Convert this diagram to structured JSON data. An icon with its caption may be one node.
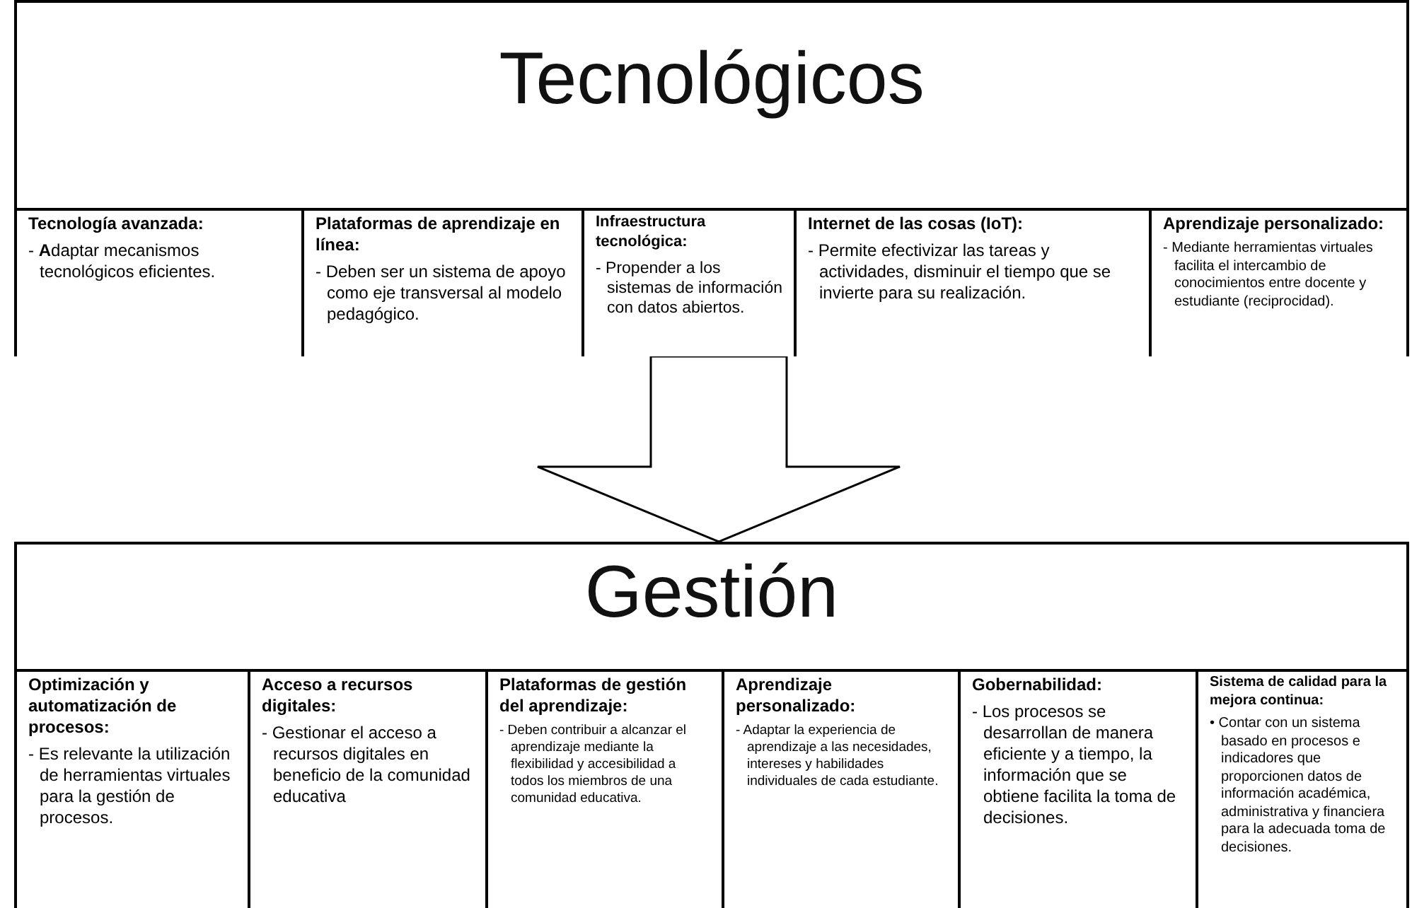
{
  "diagram": {
    "nodes": [
      {
        "text": [
          "Tecnológicos"
        ]
      },
      {
        "text": [
          "Tecnología avanzada:",
          "- **A**daptar mecanismos tecnológicos eficientes."
        ],
        "in": 0
      },
      {
        "text": [
          "Plataformas de aprendizaje en línea:",
          "- Deben ser un sistema de apoyo como eje transversal al modelo pedagógico."
        ],
        "in": 0
      },
      {
        "text": [
          "Infraestructura tecnológica:",
          "- Propender a los sistemas de información con datos abiertos."
        ],
        "in": 0
      },
      {
        "text": [
          "Internet de las cosas (IoT):",
          "- Permite efectivizar las tareas y actividades, disminuir el tiempo que se invierte para su realización."
        ],
        "in": 0
      },
      {
        "text": [
          "Aprendizaje personalizado:",
          "- Mediante herramientas virtuales facilita el intercambio de conocimientos entre docente y estudiante (reciprocidad)."
        ],
        "in": 0
      },
      {
        "text": [
          "Gestión"
        ]
      },
      {
        "text": [
          "Optimización y automatización de procesos:",
          "- Es relevante la utilización de herramientas virtuales para la gestión de procesos."
        ],
        "in": 6
      },
      {
        "text": [
          "Acceso a recursos digitales:",
          "- Gestionar el acceso a recursos digitales en beneficio de la comunidad educativa"
        ],
        "in": 6
      },
      {
        "text": [
          "Plataformas de gestión del aprendizaje:",
          "- Deben contribuir a alcanzar el aprendizaje mediante la flexibilidad y accesibilidad a todos los miembros de una comunidad educativa."
        ],
        "in": 6
      },
      {
        "text": [
          "Aprendizaje personalizado:",
          "- Adaptar la experiencia de aprendizaje a las necesidades, intereses y habilidades individuales de cada estudiante."
        ],
        "in": 6
      },
      {
        "text": [
          "Gobernabilidad:",
          "- Los procesos se desarrollan de manera eficiente y a tiempo, la información que se obtiene facilita la toma de decisiones."
        ],
        "in": 6
      },
      {
        "text": [
          "Sistema de calidad para la mejora continua:",
          "• Contar con un sistema basado en procesos e indicadores que proporcionen datos de información académica, administrativa y financiera para la adecuada toma de decisiones."
        ],
        "in": 6
      }
    ],
    "edges": [
      {
        "from": 0,
        "to": 6,
        "arrow": "to",
        "style": "thick"
      }
    ]
  }
}
